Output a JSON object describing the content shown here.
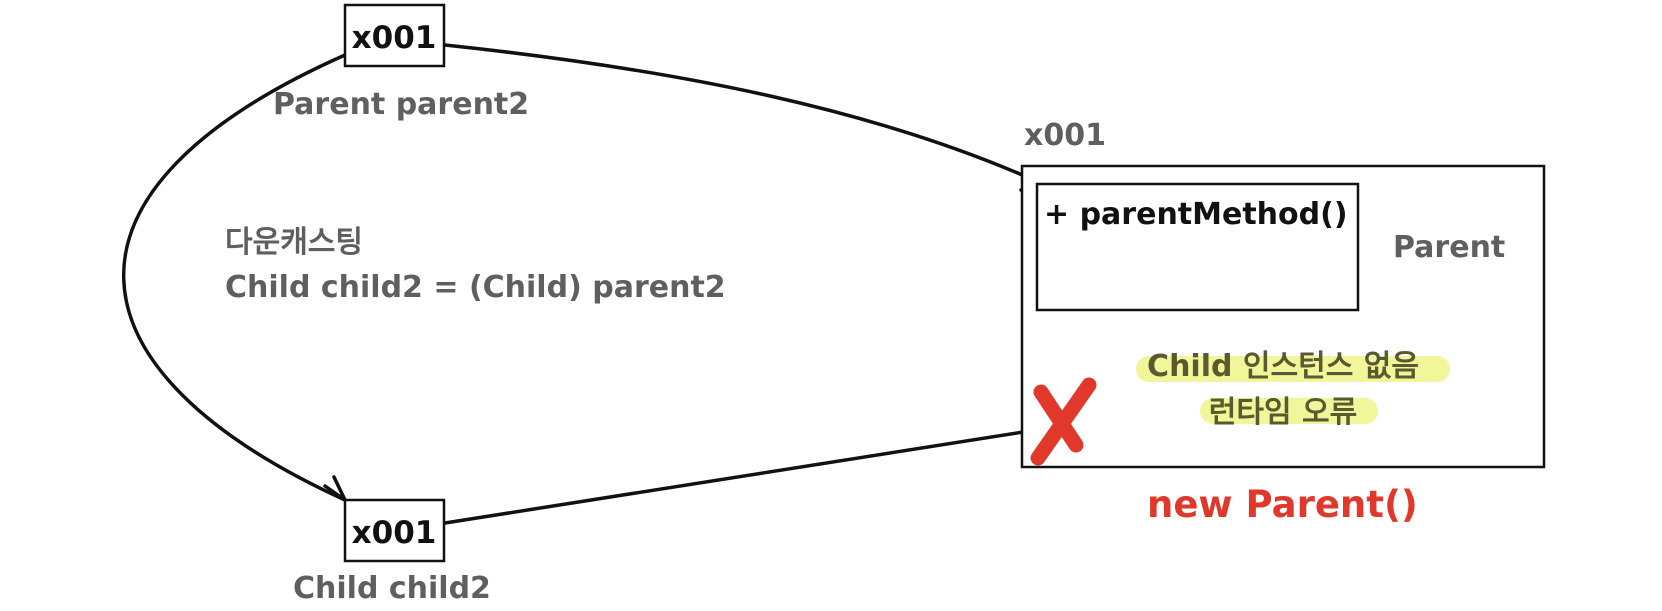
{
  "parent_ref": {
    "address": "x001",
    "variable_label": "Parent parent2"
  },
  "child_ref": {
    "address": "x001",
    "variable_label": "Child child2"
  },
  "downcast": {
    "title": "다운캐스팅",
    "code": "Child child2 = (Child) parent2"
  },
  "heap_object": {
    "address": "x001",
    "method": "+ parentMethod()",
    "class_label": "Parent",
    "constructor": "new Parent()"
  },
  "error": {
    "line1": "Child 인스턴스 없음",
    "line2": "런타임 오류",
    "highlight_color": "#eef58a",
    "mark": "cross-mark-icon",
    "mark_color": "#e0392b"
  }
}
